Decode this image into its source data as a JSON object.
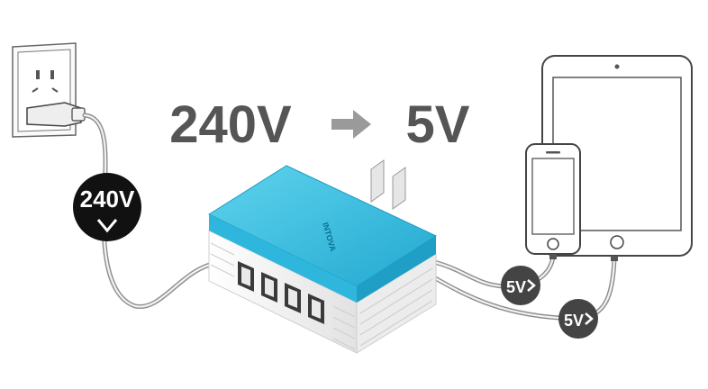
{
  "headline": {
    "input_voltage": "240V",
    "output_voltage": "5V",
    "arrow_icon": "arrow-right-icon"
  },
  "input_badge": {
    "label": "240V",
    "icon": "chevron-down-icon"
  },
  "output_badges": [
    {
      "label": "5V",
      "icon": "chevron-right-icon"
    },
    {
      "label": "5V",
      "icon": "chevron-right-icon"
    }
  ],
  "charger": {
    "brand": "INTOVA",
    "usb_ports": 4,
    "colors": {
      "top": "#3cc0e0",
      "body": "#f4f4f4"
    }
  },
  "colors": {
    "headline_text": "#555555",
    "input_badge_bg": "#111111",
    "output_badge_bg": "#444444",
    "cable": "#999999"
  },
  "devices": [
    "wall-outlet",
    "smartphone",
    "tablet"
  ]
}
